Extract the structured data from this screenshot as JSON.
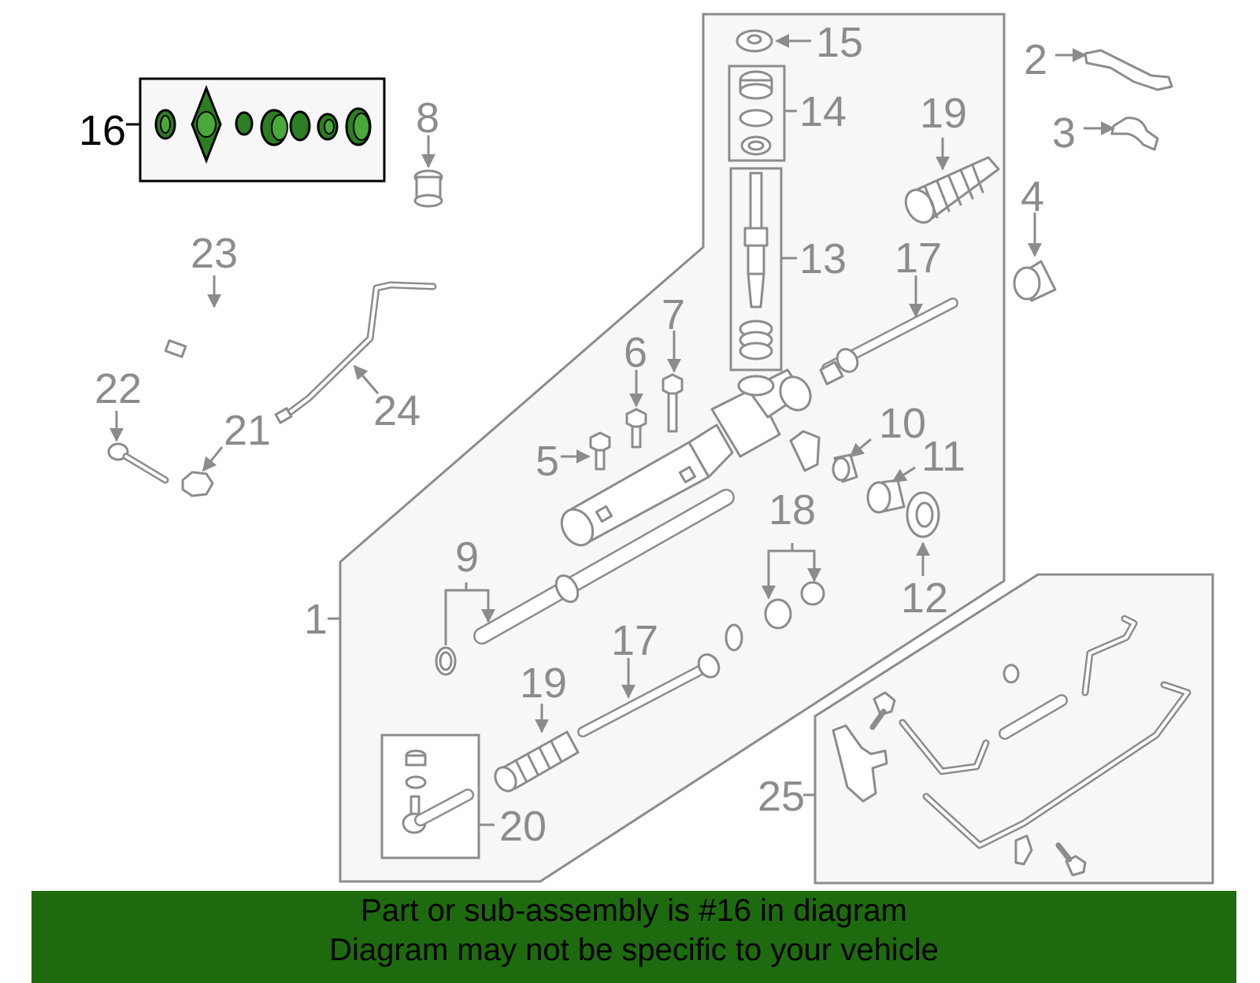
{
  "diagram": {
    "highlight_part": "16",
    "callouts": {
      "p1": "1",
      "p2": "2",
      "p3": "3",
      "p4": "4",
      "p5": "5",
      "p6": "6",
      "p7": "7",
      "p8": "8",
      "p9": "9",
      "p10": "10",
      "p11": "11",
      "p12": "12",
      "p13": "13",
      "p14": "14",
      "p15": "15",
      "p16": "16",
      "p17a": "17",
      "p17b": "17",
      "p18": "18",
      "p19a": "19",
      "p19b": "19",
      "p20": "20",
      "p21": "21",
      "p22": "22",
      "p23": "23",
      "p24": "24",
      "p25": "25"
    }
  },
  "banner": {
    "line1": "Part or sub-assembly is #16 in diagram",
    "line2": "Diagram may not be specific to your vehicle",
    "color": "#1e6b0f"
  },
  "colors": {
    "highlight": "#2d7d22",
    "line": "#8c8c8c",
    "panel": "#f7f7f7"
  }
}
